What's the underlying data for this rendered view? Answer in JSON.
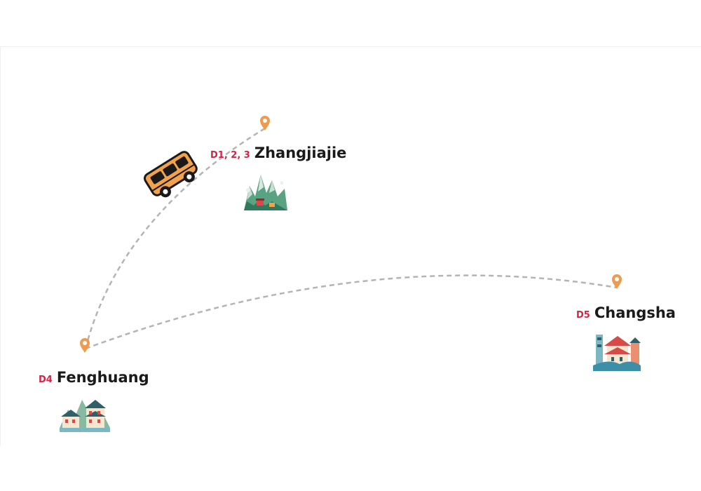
{
  "map": {
    "colors": {
      "route": "#b4b4b4",
      "pin": "#ef9a4e",
      "day_tag": "#d42345",
      "city_name": "#1a1a1a",
      "vehicle": "#f2a24c"
    },
    "vehicle_icon": "van-icon",
    "pin_icon": "map-pin-icon",
    "stops": [
      {
        "day": "D1, 2, 3",
        "name": "Zhangjiajie",
        "illustration": "mountain-landmark-icon"
      },
      {
        "day": "D4",
        "name": "Fenghuang",
        "illustration": "pagoda-town-icon"
      },
      {
        "day": "D5",
        "name": "Changsha",
        "illustration": "tower-city-icon"
      }
    ]
  }
}
